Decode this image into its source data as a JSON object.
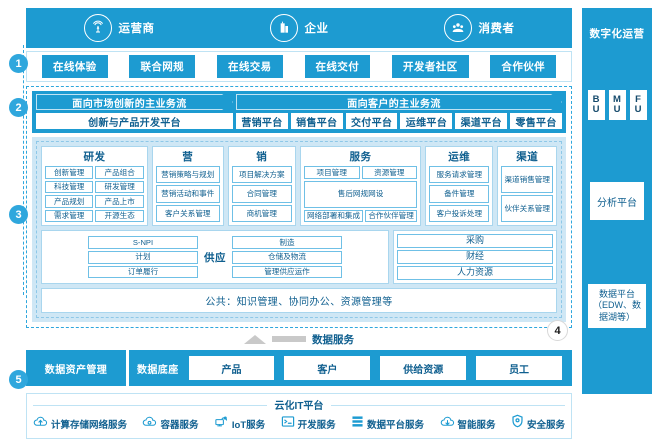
{
  "audience": {
    "items": [
      {
        "label": "运营商",
        "icon": "cell-tower-icon"
      },
      {
        "label": "企业",
        "icon": "building-icon"
      },
      {
        "label": "消费者",
        "icon": "people-icon"
      }
    ]
  },
  "layer1": {
    "number": "1",
    "pills": [
      "在线体验",
      "联合网规",
      "在线交易",
      "在线交付",
      "开发者社区",
      "合作伙伴"
    ]
  },
  "layer2": {
    "number": "2",
    "flows": [
      {
        "title": "面向市场创新的主业务流"
      },
      {
        "title": "面向客户的主业务流"
      }
    ],
    "platforms_left": [
      "创新与产品开发平台"
    ],
    "platforms_right": [
      "营销平台",
      "销售平台",
      "交付平台",
      "运维平台",
      "渠道平台",
      "零售平台"
    ]
  },
  "layer3": {
    "number": "3",
    "domains": [
      {
        "title": "研发",
        "cells": [
          "创新管理",
          "产品组合",
          "科技管理",
          "研发管理",
          "产品规划",
          "产品上市",
          "需求管理",
          "开源生态"
        ],
        "cols": 2
      },
      {
        "title": "营",
        "cells": [
          "营销策略与规划",
          "营销活动和事件",
          "客户关系管理"
        ],
        "cols": 1
      },
      {
        "title": "销",
        "cells": [
          "项目解决方案",
          "合同管理",
          "商机管理"
        ],
        "cols": 1
      },
      {
        "title": "服务",
        "cells": [
          "项目管理",
          "资源管理",
          "售后网规网设",
          "网络部署和集成",
          "合作伙伴管理"
        ],
        "cols": 2
      },
      {
        "title": "运维",
        "cells": [
          "服务请求管理",
          "备件管理",
          "客户投诉处理"
        ],
        "cols": 1
      },
      {
        "title": "渠道",
        "cells": [
          "渠道销售管理",
          "伙伴关系管理"
        ],
        "cols": 1
      }
    ],
    "supply": {
      "title": "供应",
      "left": [
        "S-NPI",
        "计划",
        "订单履行"
      ],
      "right": [
        "制造",
        "仓储及物流",
        "管理供应运作"
      ]
    },
    "functions": [
      "采购",
      "财经",
      "人力资源"
    ],
    "public_bar": "公共：知识管理、协同办公、资源管理等"
  },
  "data_service": {
    "label": "数据服务"
  },
  "layer4": {
    "number": "4",
    "asset_label": "数据资产管理",
    "base_label": "数据底座",
    "chips": [
      "产品",
      "客户",
      "供给资源",
      "员工"
    ]
  },
  "layer5": {
    "number": "5",
    "title": "云化IT平台",
    "services": [
      {
        "label": "计算存储网络服务",
        "icon": "cloud-upload-icon"
      },
      {
        "label": "容器服务",
        "icon": "container-cloud-icon"
      },
      {
        "label": "IoT服务",
        "icon": "iot-device-icon"
      },
      {
        "label": "开发服务",
        "icon": "terminal-icon"
      },
      {
        "label": "数据平台服务",
        "icon": "database-stack-icon"
      },
      {
        "label": "智能服务",
        "icon": "cloud-download-icon"
      },
      {
        "label": "安全服务",
        "icon": "shield-icon"
      }
    ]
  },
  "sidebar": {
    "title": "数字化运营",
    "units": [
      {
        "line1": "B",
        "line2": "U"
      },
      {
        "line1": "M",
        "line2": "U"
      },
      {
        "line1": "F",
        "line2": "U"
      }
    ],
    "analysis_platform": "分析平台",
    "data_platform": "数据平台（EDW、数据湖等）"
  },
  "colors": {
    "primary_blue": "#1d9bd1",
    "accent_blue": "#2fa7dd",
    "light_panel": "#cfe7f5",
    "text_blue": "#0f5f8f"
  }
}
